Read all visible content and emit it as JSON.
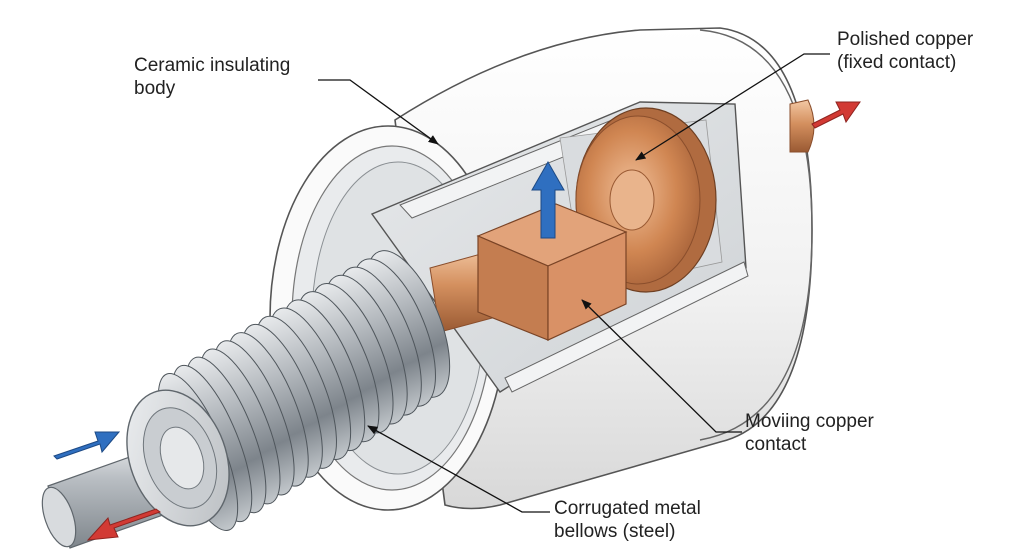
{
  "labels": {
    "ceramic": {
      "line1": "Ceramic insulating",
      "line2": "body"
    },
    "copper_fixed": {
      "line1": "Polished copper",
      "line2": "(fixed contact)"
    },
    "moving_contact": {
      "line1": "Moviing copper",
      "line2": "contact"
    },
    "bellows": {
      "line1": "Corrugated metal",
      "line2": "bellows (steel)"
    }
  },
  "colors": {
    "arrow_blue": "#2f6fc0",
    "arrow_red": "#d23a34",
    "copper": "#c9845a",
    "ceramic": "#f2f2f2",
    "steel": "#9aa0a6"
  }
}
